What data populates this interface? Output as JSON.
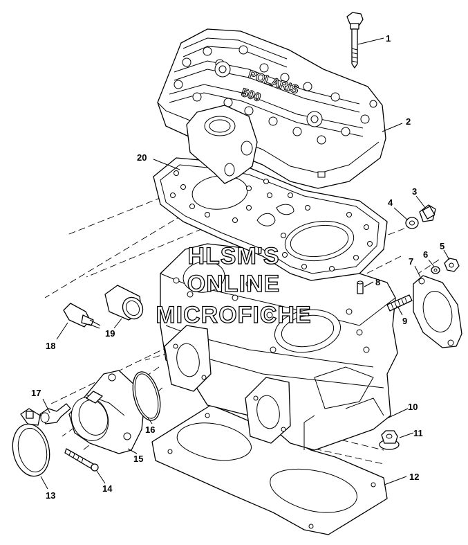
{
  "watermark": {
    "line1": "HLSM'S",
    "line2": "ONLINE",
    "line3": "MICROFICHE"
  },
  "cover_casting": {
    "brand": "POLARIS",
    "model": "500"
  },
  "callouts": [
    {
      "id": "1",
      "label": "1"
    },
    {
      "id": "2",
      "label": "2"
    },
    {
      "id": "3",
      "label": "3"
    },
    {
      "id": "4",
      "label": "4"
    },
    {
      "id": "5",
      "label": "5"
    },
    {
      "id": "6",
      "label": "6"
    },
    {
      "id": "7",
      "label": "7"
    },
    {
      "id": "8",
      "label": "8"
    },
    {
      "id": "9",
      "label": "9"
    },
    {
      "id": "10",
      "label": "10"
    },
    {
      "id": "11",
      "label": "11"
    },
    {
      "id": "12",
      "label": "12"
    },
    {
      "id": "13",
      "label": "13"
    },
    {
      "id": "14",
      "label": "14"
    },
    {
      "id": "15",
      "label": "15"
    },
    {
      "id": "16",
      "label": "16"
    },
    {
      "id": "17",
      "label": "17"
    },
    {
      "id": "18",
      "label": "18"
    },
    {
      "id": "19",
      "label": "19"
    },
    {
      "id": "20",
      "label": "20"
    }
  ]
}
